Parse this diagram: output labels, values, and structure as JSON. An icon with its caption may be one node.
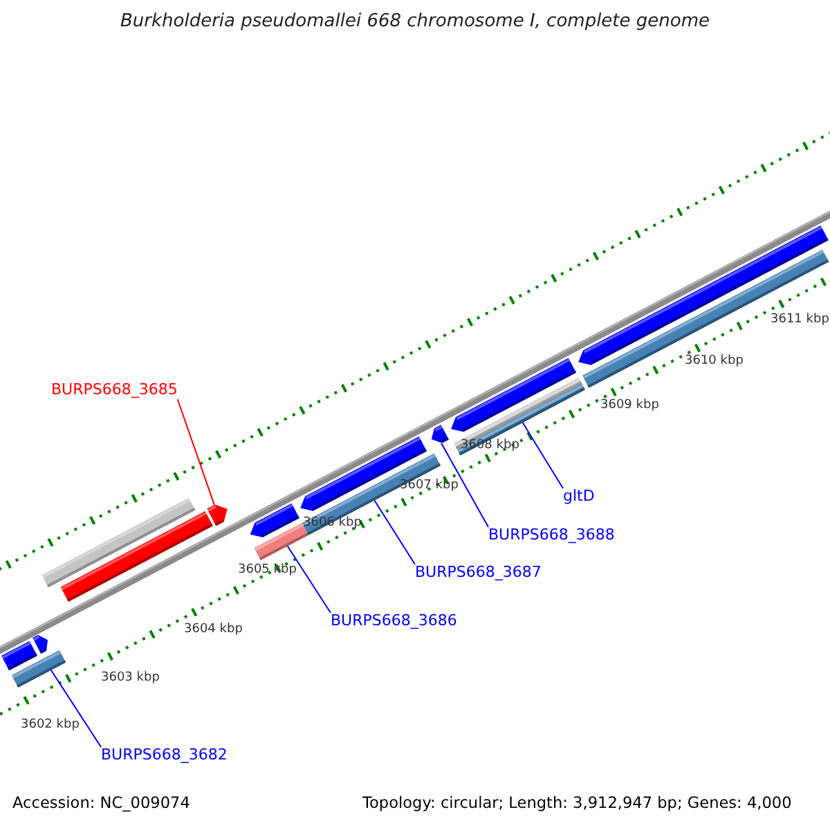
{
  "diagram": {
    "title": "Burkholderia pseudomallei 668 chromosome I, complete genome",
    "nodes": [
      {
        "text": [
          "BURPS668_3685"
        ]
      },
      {
        "text": [
          "gltD"
        ]
      },
      {
        "text": [
          "BURPS668_3688"
        ]
      },
      {
        "text": [
          "BURPS668_3687"
        ]
      },
      {
        "text": [
          "BURPS668_3686"
        ]
      },
      {
        "text": [
          "BURPS668_3682"
        ]
      },
      {
        "text": [],
        "shape": "bar"
      },
      {
        "text": [],
        "shape": "bar"
      },
      {
        "text": [],
        "shape": "bar"
      },
      {
        "text": [],
        "shape": "bar"
      },
      {
        "text": [],
        "shape": "bar"
      },
      {
        "text": [],
        "shape": "bar"
      },
      {
        "text": [],
        "shape": "bar"
      },
      {
        "text": [],
        "shape": "bar"
      },
      {
        "text": [],
        "shape": "bar"
      },
      {
        "text": [],
        "shape": "bar"
      },
      {
        "text": [],
        "shape": "bar"
      },
      {
        "text": [],
        "shape": "bar"
      },
      {
        "text": [],
        "shape": "bar"
      },
      {
        "text": [],
        "shape": "bar"
      },
      {
        "text": [],
        "shape": "bar"
      }
    ],
    "edges": [
      {
        "from": 0,
        "to": 11,
        "arrow": "none",
        "color": "#ff0000"
      },
      {
        "from": 1,
        "to": 17,
        "arrow": "none"
      },
      {
        "from": 2,
        "to": 16,
        "arrow": "none"
      },
      {
        "from": 3,
        "to": 14,
        "arrow": "none"
      },
      {
        "from": 4,
        "to": 12,
        "arrow": "none"
      },
      {
        "from": 5,
        "to": 7,
        "arrow": "none"
      }
    ],
    "labels": [
      "3611 kbp",
      "3610 kbp",
      "3609 kbp",
      "3608 kbp",
      "3607 kbp",
      "3606 kbp",
      "3605 kbp",
      "3604 kbp",
      "3603 kbp",
      "3602 kbp",
      "Accession: NC_009074",
      "Topology: circular; Length: 3,912,947 bp; Genes: 4,000"
    ]
  }
}
